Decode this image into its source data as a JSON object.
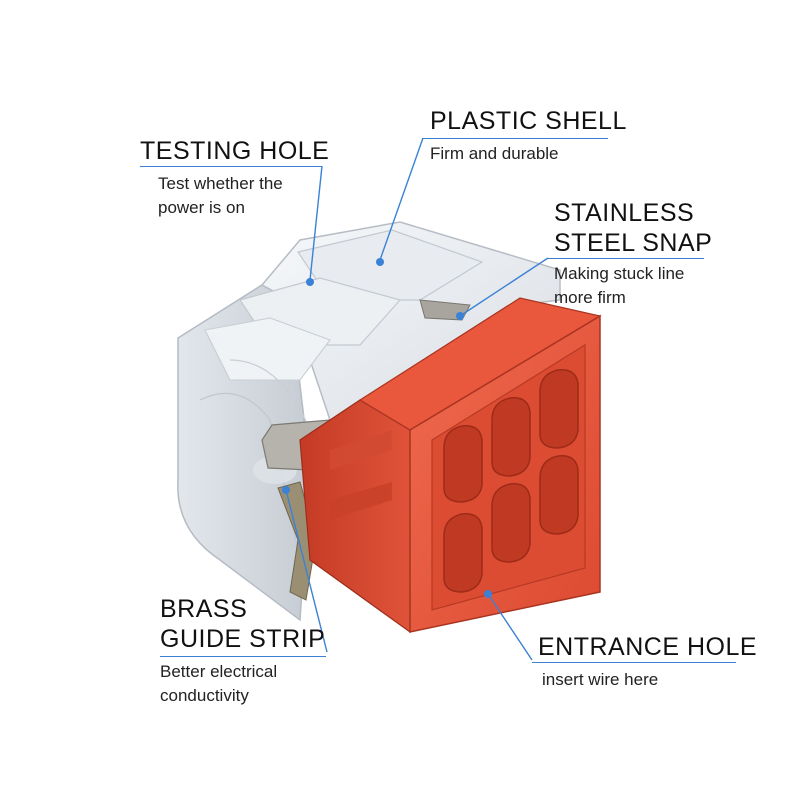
{
  "accent_color": "#3b82d6",
  "colors": {
    "housing_red": "#e5543b",
    "housing_red_dark": "#b9331f",
    "clear_plastic": "#eef1f4",
    "metal": "#9a9a94"
  },
  "callouts": {
    "testing_hole": {
      "title": "TESTING HOLE",
      "desc": [
        "Test whether the",
        "power is on"
      ]
    },
    "plastic_shell": {
      "title": "PLASTIC SHELL",
      "desc": [
        "Firm and durable"
      ]
    },
    "steel_snap": {
      "title": [
        "STAINLESS",
        "STEEL SNAP"
      ],
      "desc": [
        "Making stuck line",
        "more firm"
      ]
    },
    "brass_strip": {
      "title": [
        "BRASS",
        "GUIDE STRIP"
      ],
      "desc": [
        "Better electrical",
        "conductivity"
      ]
    },
    "entrance_hole": {
      "title": "ENTRANCE HOLE",
      "desc": [
        "insert wire here"
      ]
    }
  }
}
